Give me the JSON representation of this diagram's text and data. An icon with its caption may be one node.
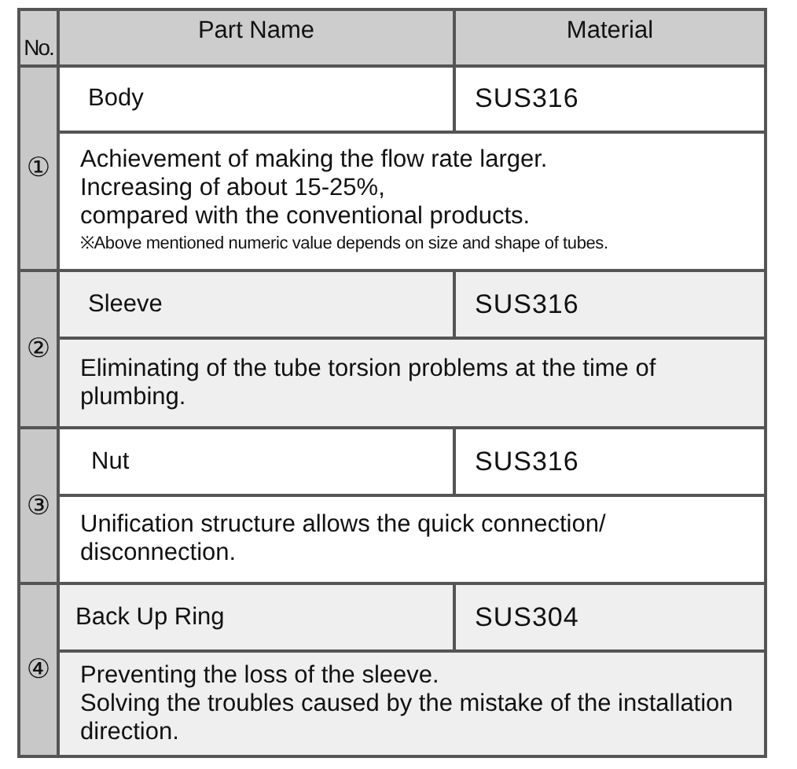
{
  "diagram": {
    "labels": [
      "No.",
      "Part Name",
      "Material",
      "①",
      "Body",
      "SUS316",
      "Achievement of making the flow rate larger.",
      "Increasing of about 15-25%,",
      "compared with the conventional products.",
      "※Above mentioned numeric value depends on size and shape of tubes.",
      "②",
      "Sleeve",
      "SUS316",
      "Eliminating of the tube torsion problems at the time of plumbing.",
      "③",
      "Nut",
      "SUS316",
      "Unification structure allows the quick connection/ disconnection.",
      "④",
      "Back Up Ring",
      "SUS304",
      "Preventing the loss of the sleeve.",
      "Solving the troubles caused by the mistake of the installation direction."
    ]
  }
}
